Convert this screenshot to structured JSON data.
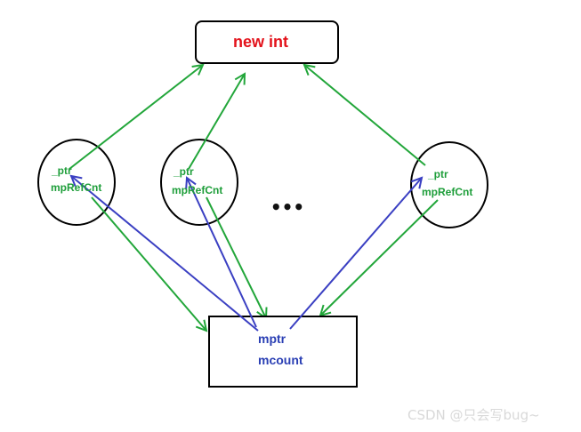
{
  "diagram": {
    "top_box": {
      "label": "new int",
      "color": "#e3121b"
    },
    "smart_ptrs": [
      {
        "ptr_label": "_ptr",
        "refcnt_label": "mpRefCnt"
      },
      {
        "ptr_label": "_ptr",
        "refcnt_label": "mpRefCnt"
      },
      {
        "ptr_label": "_ptr",
        "refcnt_label": "mpRefCnt"
      }
    ],
    "ellipsis": "•••",
    "refcount_box": {
      "field1": "mptr",
      "field2": "mcount"
    },
    "colors": {
      "green_arrow": "#22a63a",
      "blue_arrow": "#3a3fc2",
      "green_text": "#1e9e3a",
      "blue_text": "#2a3fb4"
    },
    "watermark": "CSDN @只会写bug~"
  }
}
